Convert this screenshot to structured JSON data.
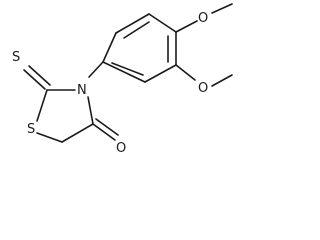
{
  "atoms": {
    "thione_sulfur": "S",
    "ring_sulfur": "S",
    "ring_nitrogen": "N",
    "carbonyl_oxygen": "O",
    "methoxy_oxygen_top": "O",
    "methoxy_oxygen_bottom": "O"
  },
  "colors": {
    "bond": "#1a1a1a",
    "label": "#1a1a1a",
    "background": "#ffffff"
  }
}
